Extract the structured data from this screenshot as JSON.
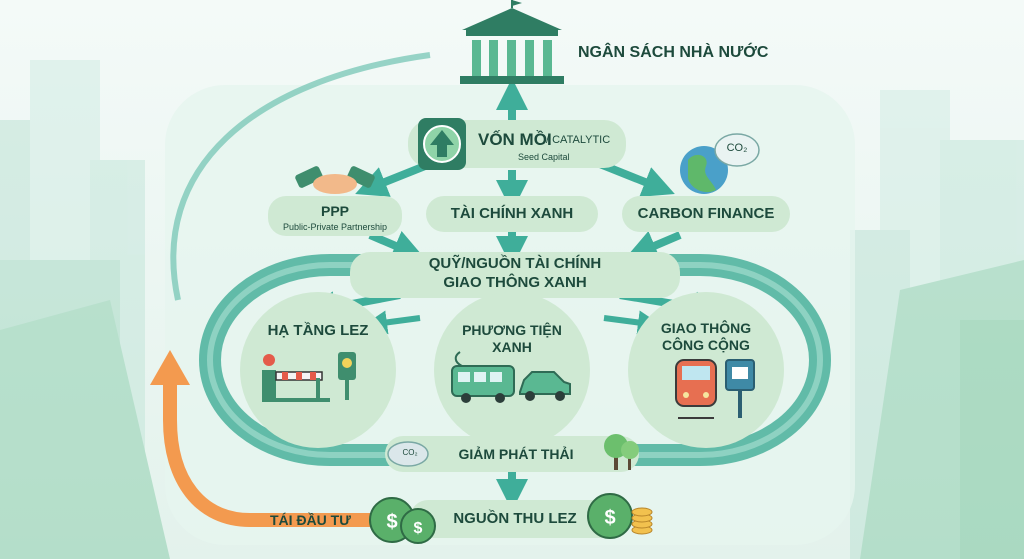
{
  "budget": {
    "label": "NGÂN SÁCH NHÀ NƯỚC"
  },
  "seed": {
    "title": "VỐN MỒI",
    "catalytic": "/ CATALYTIC",
    "subtitle": "Seed Capital"
  },
  "ppp": {
    "title": "PPP",
    "subtitle": "Public-Private Partnership"
  },
  "green_finance": {
    "label": "TÀI CHÍNH XANH"
  },
  "carbon": {
    "label": "CARBON FINANCE",
    "co2": "CO₂"
  },
  "fund": {
    "line1": "QUỸ/NGUỒN TÀI CHÍNH",
    "line2": "GIAO THÔNG XANH"
  },
  "lez_infra": {
    "label": "HẠ TẦNG LEZ"
  },
  "green_vehicles": {
    "line1": "PHƯƠNG TIỆN",
    "line2": "XANH"
  },
  "public_transport": {
    "line1": "GIAO THÔNG",
    "line2": "CÔNG CỘNG"
  },
  "emissions": {
    "label": "GIẢM PHÁT THẢI",
    "co2": "CO₂"
  },
  "revenue": {
    "label": "NGUỒN THU LEZ"
  },
  "reinvest": {
    "label": "TÁI ĐẦU TƯ"
  },
  "colors": {
    "teal": "#3fae9a",
    "pill": "#cfe9d3",
    "orange": "#f39a4f",
    "text": "#1d4a3c"
  }
}
